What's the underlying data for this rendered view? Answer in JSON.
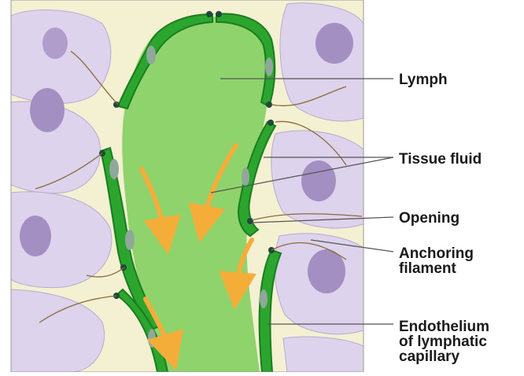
{
  "labels": {
    "lymph": "Lymph",
    "tissue_fluid": "Tissue fluid",
    "opening": "Opening",
    "anchoring_filament": "Anchoring\nfilament",
    "endothelium": "Endothelium\nof lymphatic\ncapillary"
  },
  "colors": {
    "tissue_cell": "#ddd3ec",
    "tissue_cell_edge": "#b8abcf",
    "nucleus": "#a48fc2",
    "interstitial": "#f4f0d2",
    "lymph": "#8fd36c",
    "endothelium": "#2ba52e",
    "endothelium_dark": "#1b7c20",
    "endo_nucleus": "#8fa89a",
    "arrow": "#f5ad3a",
    "filament": "#8a6a3a",
    "leader_line": "#555555"
  }
}
